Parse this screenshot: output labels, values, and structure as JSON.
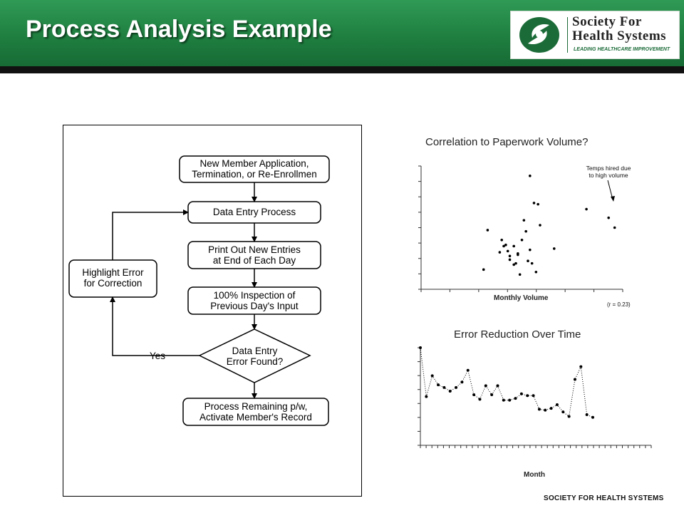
{
  "slide": {
    "title": "Process Analysis Example",
    "footer": "SOCIETY FOR HEALTH SYSTEMS"
  },
  "logo": {
    "name_line1": "Society For",
    "name_line2": "Health Systems",
    "tagline": "LEADING HEALTHCARE IMPROVEMENT",
    "color": "#1b6b38"
  },
  "flowchart": {
    "nodes": [
      {
        "id": "start",
        "lines": [
          "New Member Application,",
          "Termination, or Re-Enrollmen"
        ]
      },
      {
        "id": "entry",
        "lines": [
          "Data Entry Process"
        ]
      },
      {
        "id": "print",
        "lines": [
          "Print Out New Entries",
          "at End of Each Day"
        ]
      },
      {
        "id": "inspect",
        "lines": [
          "100% Inspection of",
          "Previous Day's Input"
        ]
      },
      {
        "id": "decision",
        "lines": [
          "Data Entry",
          "Error Found?"
        ]
      },
      {
        "id": "finish",
        "lines": [
          "Process Remaining p/w,",
          "Activate Member's Record"
        ]
      },
      {
        "id": "highlight",
        "lines": [
          "Highlight Error",
          "for Correction"
        ]
      }
    ],
    "edges": [
      {
        "from": "start",
        "to": "entry"
      },
      {
        "from": "entry",
        "to": "print"
      },
      {
        "from": "print",
        "to": "inspect"
      },
      {
        "from": "inspect",
        "to": "decision"
      },
      {
        "from": "decision",
        "to": "finish"
      },
      {
        "from": "decision",
        "to": "highlight",
        "label": "Yes"
      },
      {
        "from": "highlight",
        "to": "entry"
      }
    ]
  },
  "chart_data": [
    {
      "type": "scatter",
      "title": "Correlation to Paperwork Volume?",
      "xlabel": "Monthly Volume",
      "ylabel": "",
      "annotation": [
        "Temps hired due",
        "to high volume"
      ],
      "note": "(r = 0.23)",
      "xlim": [
        0,
        100
      ],
      "ylim": [
        0,
        100
      ],
      "grid": false,
      "points": [
        [
          31,
          16
        ],
        [
          33,
          48
        ],
        [
          39,
          30
        ],
        [
          40,
          40
        ],
        [
          41,
          35
        ],
        [
          42,
          36
        ],
        [
          43,
          31
        ],
        [
          44,
          27
        ],
        [
          44,
          24
        ],
        [
          46,
          20
        ],
        [
          46,
          35
        ],
        [
          47,
          21
        ],
        [
          48,
          28
        ],
        [
          48,
          29
        ],
        [
          49,
          12
        ],
        [
          50,
          40
        ],
        [
          51,
          56
        ],
        [
          52,
          47
        ],
        [
          53,
          23
        ],
        [
          54,
          32
        ],
        [
          54,
          92
        ],
        [
          55,
          21
        ],
        [
          56,
          70
        ],
        [
          57,
          14
        ],
        [
          58,
          69
        ],
        [
          59,
          52
        ],
        [
          66,
          33
        ],
        [
          82,
          65
        ],
        [
          93,
          58
        ],
        [
          96,
          50
        ]
      ]
    },
    {
      "type": "line",
      "title": "Error Reduction Over Time",
      "xlabel": "Month",
      "ylabel": "",
      "ylim": [
        0,
        100
      ],
      "grid": false,
      "values": [
        100,
        46,
        69,
        59,
        56,
        52,
        56,
        62,
        75,
        48,
        43,
        58,
        48,
        58,
        42,
        42,
        44,
        49,
        47,
        47,
        32,
        31,
        33,
        37,
        29,
        24,
        65,
        79,
        26,
        23
      ]
    }
  ]
}
